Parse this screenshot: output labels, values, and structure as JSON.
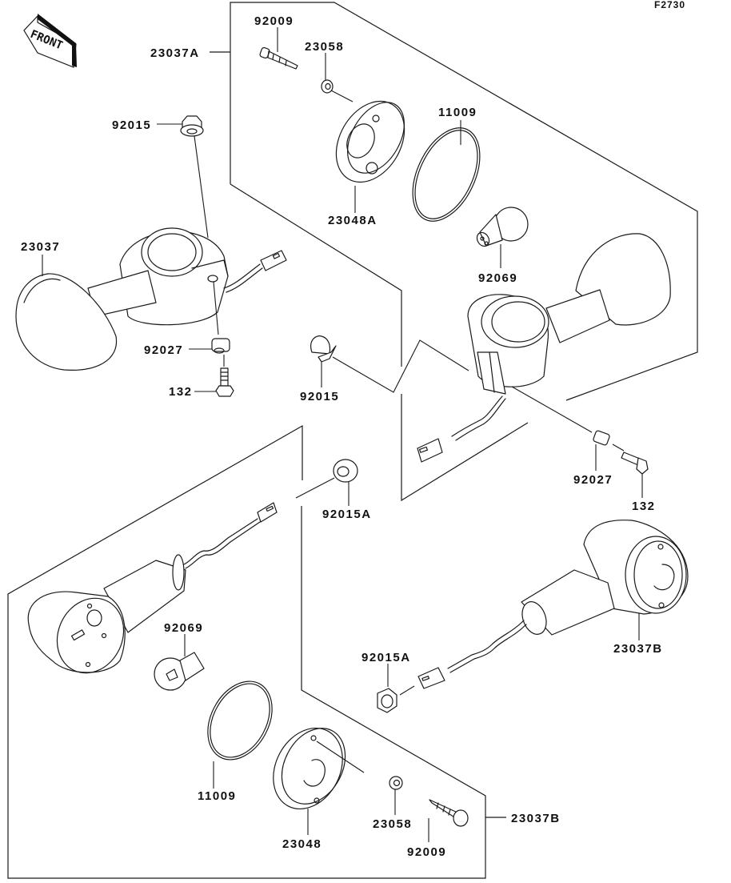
{
  "figure": {
    "id": "F2730",
    "direction_indicator": "FRONT",
    "colors": {
      "line": "#1a1a1a",
      "background": "#ffffff"
    }
  },
  "assemblies": {
    "front_left": {
      "label": "23037A"
    },
    "front_right": {
      "label": "23037"
    },
    "rear_right": {
      "label": "23037B"
    },
    "rear_left": {
      "label": "23037B"
    }
  },
  "callouts": {
    "screw_top": "92009",
    "washer_top": "23058",
    "base_top": "23048A",
    "gasket_top": "11009",
    "bulb_top": "92069",
    "nut_left_top": "92015",
    "collar_left": "92027",
    "bolt_left": "132",
    "nut_center": "92015",
    "collar_right": "92027",
    "bolt_right": "132",
    "nut_mid": "92015A",
    "bulb_bottom": "92069",
    "nut_bottom_right": "92015A",
    "gasket_bottom": "11009",
    "lens_bottom": "23048",
    "washer_bottom": "23058",
    "screw_bottom": "92009"
  }
}
